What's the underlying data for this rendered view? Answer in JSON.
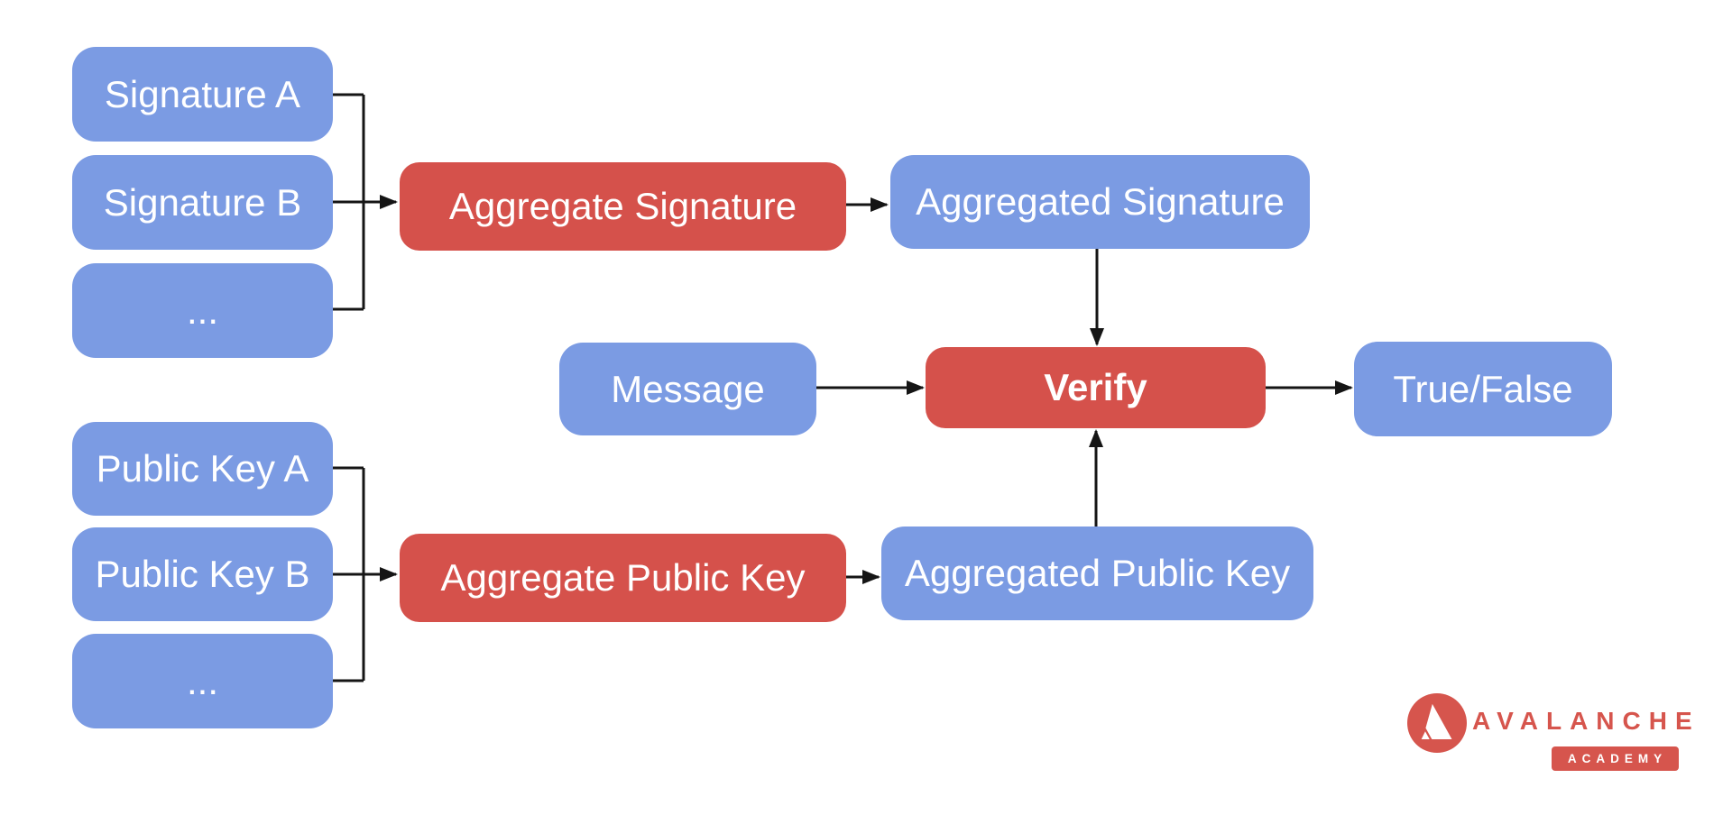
{
  "colors": {
    "blue": "#7B9BE3",
    "red": "#D5514B",
    "logo-red": "#D6554D",
    "line": "#151515",
    "node-text": "#FFFFFF"
  },
  "nodes": {
    "signature_a": {
      "label": "Signature A"
    },
    "signature_b": {
      "label": "Signature B"
    },
    "signature_more": {
      "label": "..."
    },
    "aggregate_signature": {
      "label": "Aggregate Signature"
    },
    "aggregated_signature": {
      "label": "Aggregated Signature"
    },
    "message": {
      "label": "Message"
    },
    "verify": {
      "label": "Verify"
    },
    "true_false": {
      "label": "True/False"
    },
    "public_key_a": {
      "label": "Public Key A"
    },
    "public_key_b": {
      "label": "Public Key B"
    },
    "public_key_more": {
      "label": "..."
    },
    "aggregate_public_key": {
      "label": "Aggregate Public Key"
    },
    "aggregated_public_key": {
      "label": "Aggregated Public Key"
    }
  },
  "edges": [
    {
      "from": "signature-a",
      "to": "aggregate-signature"
    },
    {
      "from": "signature-b",
      "to": "aggregate-signature"
    },
    {
      "from": "signature-more",
      "to": "aggregate-signature"
    },
    {
      "from": "aggregate-signature",
      "to": "aggregated-signature"
    },
    {
      "from": "aggregated-signature",
      "to": "verify"
    },
    {
      "from": "message",
      "to": "verify"
    },
    {
      "from": "public-key-a",
      "to": "aggregate-public-key"
    },
    {
      "from": "public-key-b",
      "to": "aggregate-public-key"
    },
    {
      "from": "public-key-more",
      "to": "aggregate-public-key"
    },
    {
      "from": "aggregate-public-key",
      "to": "aggregated-public-key"
    },
    {
      "from": "aggregated-public-key",
      "to": "verify"
    },
    {
      "from": "verify",
      "to": "true-false"
    }
  ],
  "logo": {
    "brand": "AVALANCHE",
    "badge": "ACADEMY"
  }
}
